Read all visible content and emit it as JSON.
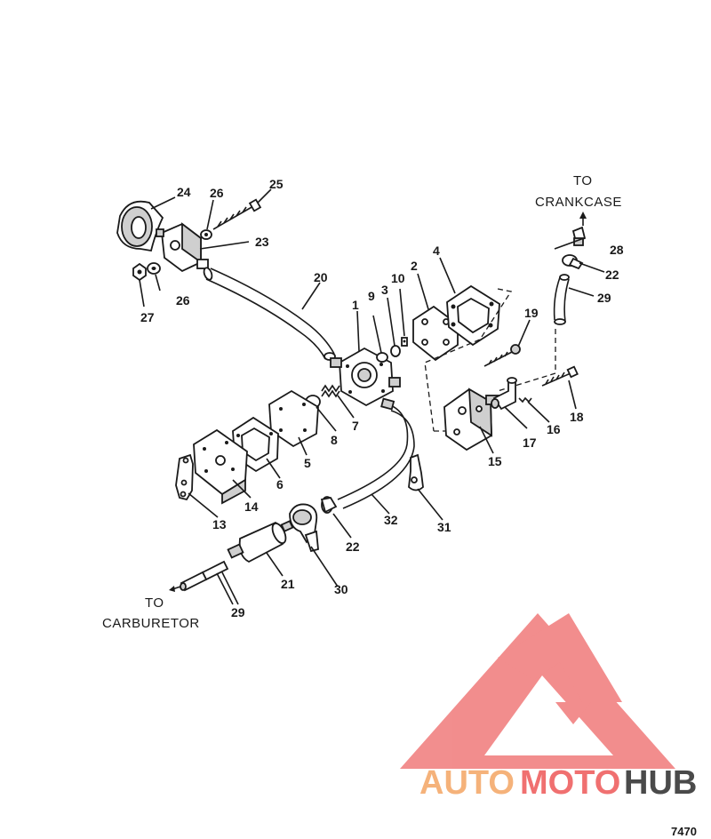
{
  "labels": {
    "l1": "1",
    "l2": "2",
    "l3": "3",
    "l4": "4",
    "l5": "5",
    "l6": "6",
    "l7": "7",
    "l8": "8",
    "l9": "9",
    "l10": "10",
    "l13": "13",
    "l14": "14",
    "l15": "15",
    "l16": "16",
    "l17": "17",
    "l18": "18",
    "l19": "19",
    "l20": "20",
    "l21": "21",
    "l22a": "22",
    "l22b": "22",
    "l23": "23",
    "l24": "24",
    "l25": "25",
    "l26a": "26",
    "l26b": "26",
    "l27": "27",
    "l28": "28",
    "l29a": "29",
    "l29b": "29",
    "l30": "30",
    "l31": "31",
    "l32": "32"
  },
  "captions": {
    "crankcase_line1": "TO",
    "crankcase_line2": "CRANKCASE",
    "carburetor_line1": "TO",
    "carburetor_line2": "CARBURETOR"
  },
  "figure_number": "7470",
  "watermark": {
    "part1": "AUTO",
    "part2": "MOTO",
    "part3": "HUB",
    "color_light": "#f5b27a",
    "color_red": "#f07070",
    "color_dark": "#4a4a4a"
  }
}
